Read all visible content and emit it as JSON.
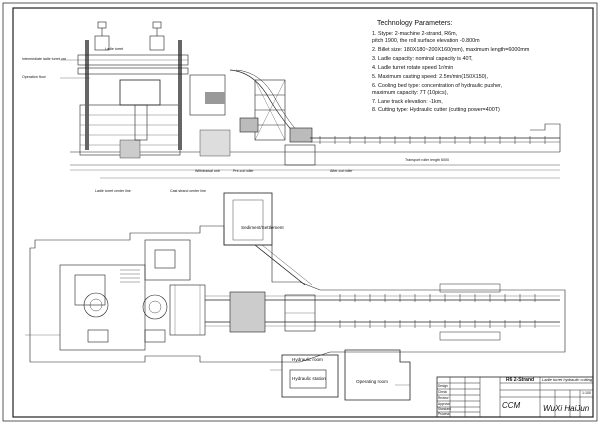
{
  "technology_parameters": {
    "title": "Technology Parameters:",
    "items": [
      "1. Stype:          2-machine 2-strand, R6m,",
      "                   pitch 1900, the roll surface elevation -0.800m",
      "2. Billet size:    180X180~200X160(mm),  maximum length=6000mm",
      "3. Ladle capacity: nominal capacity is 40T,",
      "4. Ladle turret  rotate speed 1r/min",
      "5. Maximum casting speed:          2.5m/min(150X150),",
      "6. Cooling bed type:          concentration of hydraulic pusher,",
      "                              maximum capacity: 7T (10pics),",
      "7. Lane track elevation:    -1km,",
      "8. Cutting type: Hydraulic cutter (cutting power=400T)"
    ]
  },
  "elevation_labels": {
    "turret": "Ladle turret",
    "maintenance": "Intermediate ladle turret car",
    "operation_floor": "Operation floor",
    "pre_cut": "Pre-cut roller",
    "after_cut": "After-cut roller",
    "withdrawal": "Withdrawal unit",
    "transport": "Transport roller length 6000"
  },
  "plan_labels": {
    "ladle_center": "Ladle turret center line",
    "strand_center": "Cast strand center line",
    "sediment_tank": "Sediment/Settlement",
    "hydraulic_room": "Hydraulic room",
    "hydraulic_station": "Hydraulic station",
    "operating_room": "Operating room"
  },
  "title_block": {
    "project": "R6 2-Strand",
    "drawing_name": "Ladle turret hydraulic cutting",
    "drawing_code": "CCM",
    "company": "WuXi HaiJun",
    "scale": "1:100",
    "rows": [
      "Design",
      "Check",
      "Review",
      "Approve",
      "Standard",
      "Process"
    ]
  }
}
